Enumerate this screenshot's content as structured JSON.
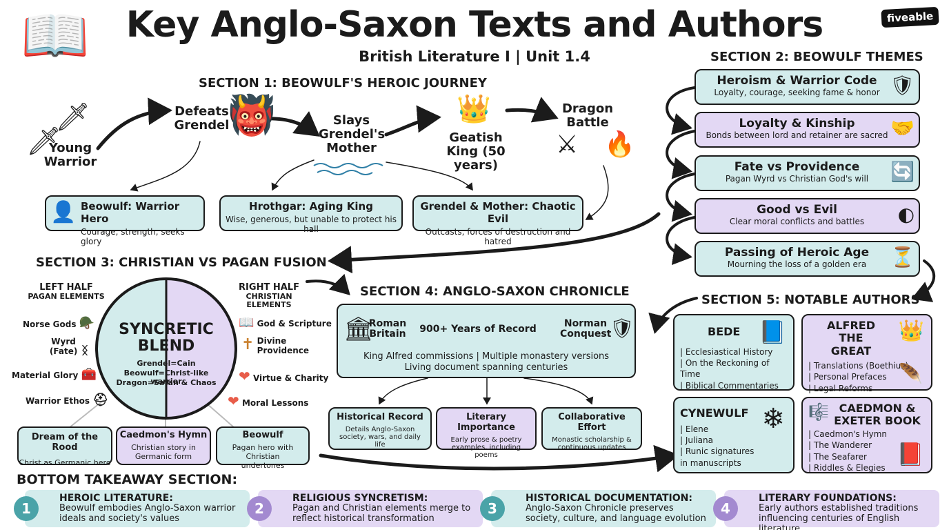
{
  "header": {
    "title": "Key Anglo-Saxon Texts and Authors",
    "subtitle": "British Literature I | Unit 1.4",
    "brand": "fiveable"
  },
  "section1": {
    "heading": "SECTION 1: BEOWULF'S HEROIC JOURNEY",
    "steps": [
      "Young Warrior",
      "Defeats Grendel",
      "Slays Grendel's Mother",
      "Geatish King (50 years)",
      "Dragon Battle"
    ],
    "characters": [
      {
        "title": "Beowulf: Warrior Hero",
        "desc": "Courage, strength, seeks glory"
      },
      {
        "title": "Hrothgar: Aging King",
        "desc": "Wise, generous, but unable to protect his hall"
      },
      {
        "title": "Grendel & Mother: Chaotic Evil",
        "desc": "Outcasts, forces of destruction and hatred"
      }
    ]
  },
  "section2": {
    "heading": "SECTION 2: BEOWULF THEMES",
    "themes": [
      {
        "title": "Heroism & Warrior Code",
        "desc": "Loyalty, courage, seeking fame & honor",
        "icon": "shield-swords-icon"
      },
      {
        "title": "Loyalty & Kinship",
        "desc": "Bonds between lord and retainer are sacred",
        "icon": "handshake-icon"
      },
      {
        "title": "Fate vs Providence",
        "desc": "Pagan Wyrd vs Christian God's will",
        "icon": "cycle-icon"
      },
      {
        "title": "Good vs Evil",
        "desc": "Clear moral conflicts and battles",
        "icon": "half-circle-icon"
      },
      {
        "title": "Passing of Heroic Age",
        "desc": "Mourning the loss of a golden era",
        "icon": "hourglass-icon"
      }
    ]
  },
  "section3": {
    "heading": "SECTION 3: CHRISTIAN VS PAGAN FUSION",
    "left_title": "LEFT HALF",
    "left_sub": "PAGAN ELEMENTS",
    "right_title": "RIGHT HALF",
    "right_sub": "CHRISTIAN ELEMENTS",
    "left_items": [
      "Norse Gods",
      "Wyrd (Fate)",
      "Material Glory",
      "Warrior Ethos"
    ],
    "right_items": [
      "God & Scripture",
      "Divine Providence",
      "Virtue & Charity",
      "Moral Lessons"
    ],
    "circle_title": "SYNCRETIC BLEND",
    "circle_lines": [
      "Grendel=Cain",
      "Beowulf=Christ-like warrior",
      "Dragon=Satan & Chaos"
    ],
    "works": [
      {
        "title": "Dream of the Rood",
        "desc": "Christ as Germanic hero"
      },
      {
        "title": "Caedmon's Hymn",
        "desc": "Christian story in Germanic form"
      },
      {
        "title": "Beowulf",
        "desc": "Pagan hero with Christian undertones"
      }
    ]
  },
  "section4": {
    "heading": "SECTION 4: ANGLO-SAXON CHRONICLE",
    "start": "Roman Britain",
    "arrow": "900+ Years of Record",
    "end": "Norman Conquest",
    "line1": "King Alfred commissions | Multiple monastery versions",
    "line2": "Living document spanning centuries",
    "cards": [
      {
        "title": "Historical Record",
        "desc": "Details Anglo-Saxon society, wars, and daily life"
      },
      {
        "title": "Literary Importance",
        "desc": "Early prose & poetry examples, including poems"
      },
      {
        "title": "Collaborative Effort",
        "desc": "Monastic scholarship & continuous updates"
      }
    ]
  },
  "section5": {
    "heading": "SECTION 5: NOTABLE AUTHORS",
    "authors": [
      {
        "name": "BEDE",
        "works": [
          "Ecclesiastical History",
          "On the Reckoning of Time",
          "Biblical Commentaries"
        ]
      },
      {
        "name": "ALFRED THE GREAT",
        "works": [
          "Translations (Boethius)",
          "Personal Prefaces",
          "Legal Reforms"
        ]
      },
      {
        "name": "CYNEWULF",
        "works": [
          "Elene",
          "Juliana",
          "Runic signatures in manuscripts"
        ]
      },
      {
        "name": "CAEDMON & EXETER BOOK",
        "works": [
          "Caedmon's Hymn",
          "The Wanderer",
          "The Seafarer",
          "Riddles & Elegies"
        ]
      }
    ]
  },
  "takeaways": {
    "heading": "BOTTOM TAKEAWAY SECTION:",
    "items": [
      {
        "num": "1",
        "title": "HEROIC LITERATURE:",
        "desc": "Beowulf embodies Anglo-Saxon warrior ideals and society's values"
      },
      {
        "num": "2",
        "title": "RELIGIOUS SYNCRETISM:",
        "desc": "Pagan and Christian elements merge to reflect historical transformation"
      },
      {
        "num": "3",
        "title": "HISTORICAL DOCUMENTATION:",
        "desc": "Anglo-Saxon Chronicle preserves society, culture, and language evolution"
      },
      {
        "num": "4",
        "title": "LITERARY FOUNDATIONS:",
        "desc": "Early authors established traditions influencing centuries of English literature"
      }
    ]
  },
  "colors": {
    "teal": "#d3ecec",
    "lavender": "#e3d8f4",
    "accent": "#e85d4a",
    "ink": "#1b1b1b"
  }
}
